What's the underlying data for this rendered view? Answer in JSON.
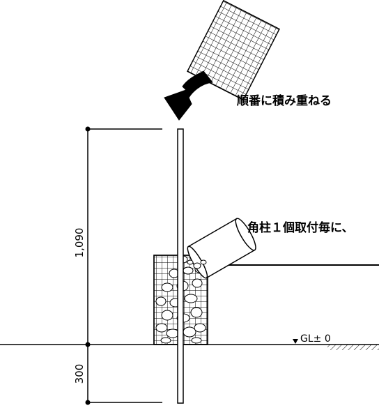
{
  "labels": {
    "stack_instruction": "順番に積み重ねる",
    "per_post_instruction": "角柱１個取付毎に、",
    "ground_level": "GL± 0"
  },
  "dimensions": {
    "height_above_ground": "1,090",
    "depth_below_ground": "300"
  },
  "colors": {
    "line": "#000000",
    "background": "#ffffff"
  }
}
